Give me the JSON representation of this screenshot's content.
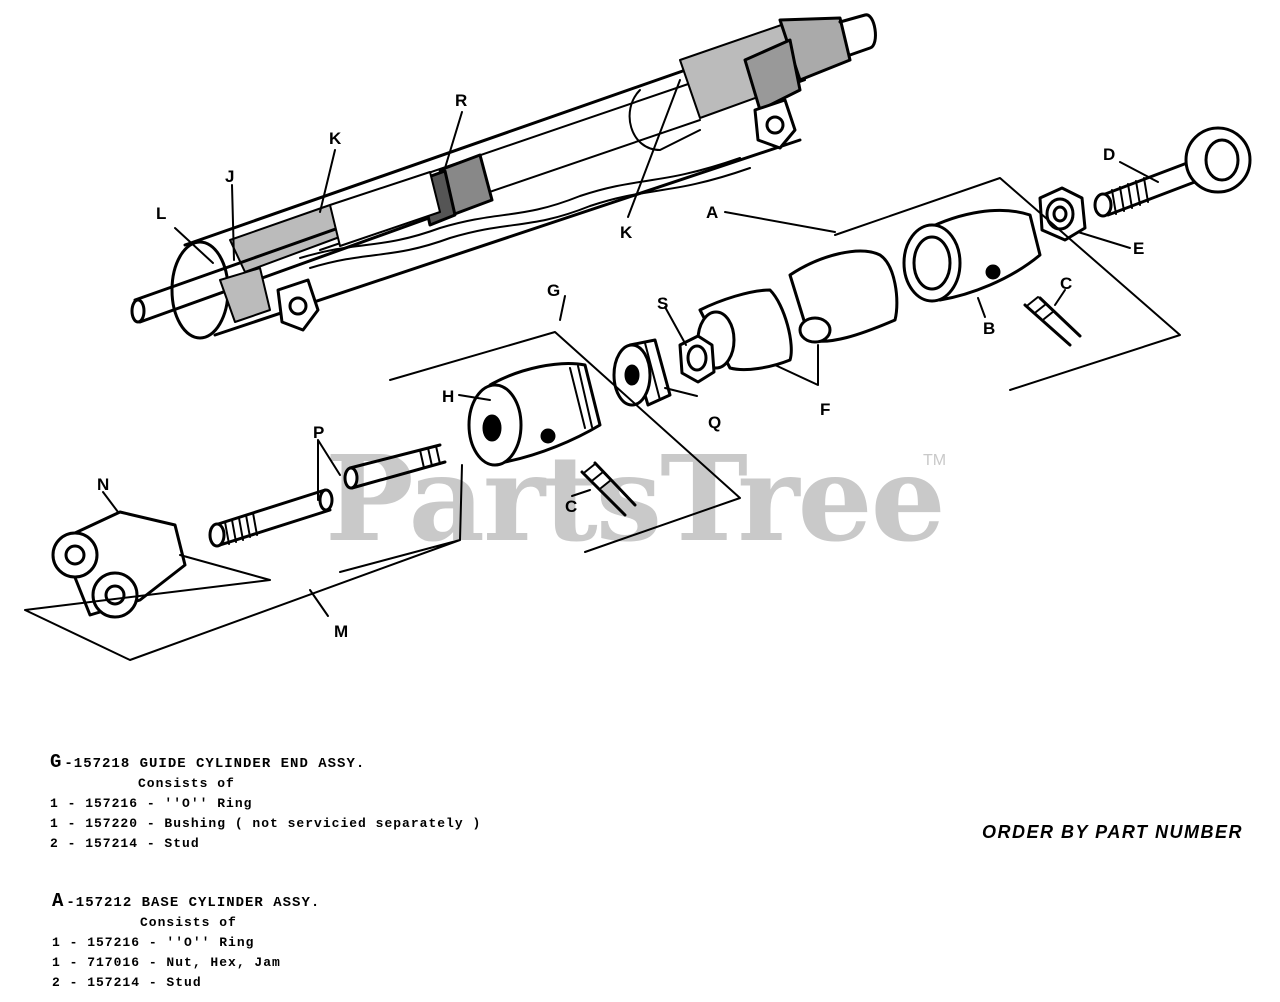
{
  "watermark": {
    "text": "PartsTree",
    "mark": "TM"
  },
  "callouts": {
    "A": "A",
    "B": "B",
    "C": "C",
    "D": "D",
    "E": "E",
    "F": "F",
    "G": "G",
    "H": "H",
    "J": "J",
    "K": "K",
    "L": "L",
    "M": "M",
    "N": "N",
    "P": "P",
    "Q": "Q",
    "R": "R",
    "S": "S"
  },
  "notes": {
    "guide": {
      "letter": "G",
      "title": "-157218 GUIDE CYLINDER END ASSY.",
      "consists": "Consists of",
      "items": [
        "1  - 157216 - ''O'' Ring",
        "1  - 157220 - Bushing ( not servicied separately )",
        "2  - 157214 - Stud"
      ]
    },
    "base": {
      "letter": "A",
      "title": "-157212 BASE CYLINDER ASSY.",
      "consists": "Consists of",
      "items": [
        "1  - 157216 - ''O'' Ring",
        "1  - 717016 - Nut, Hex, Jam",
        "2  - 157214 - Stud"
      ]
    }
  },
  "order_note": "ORDER BY PART NUMBER"
}
